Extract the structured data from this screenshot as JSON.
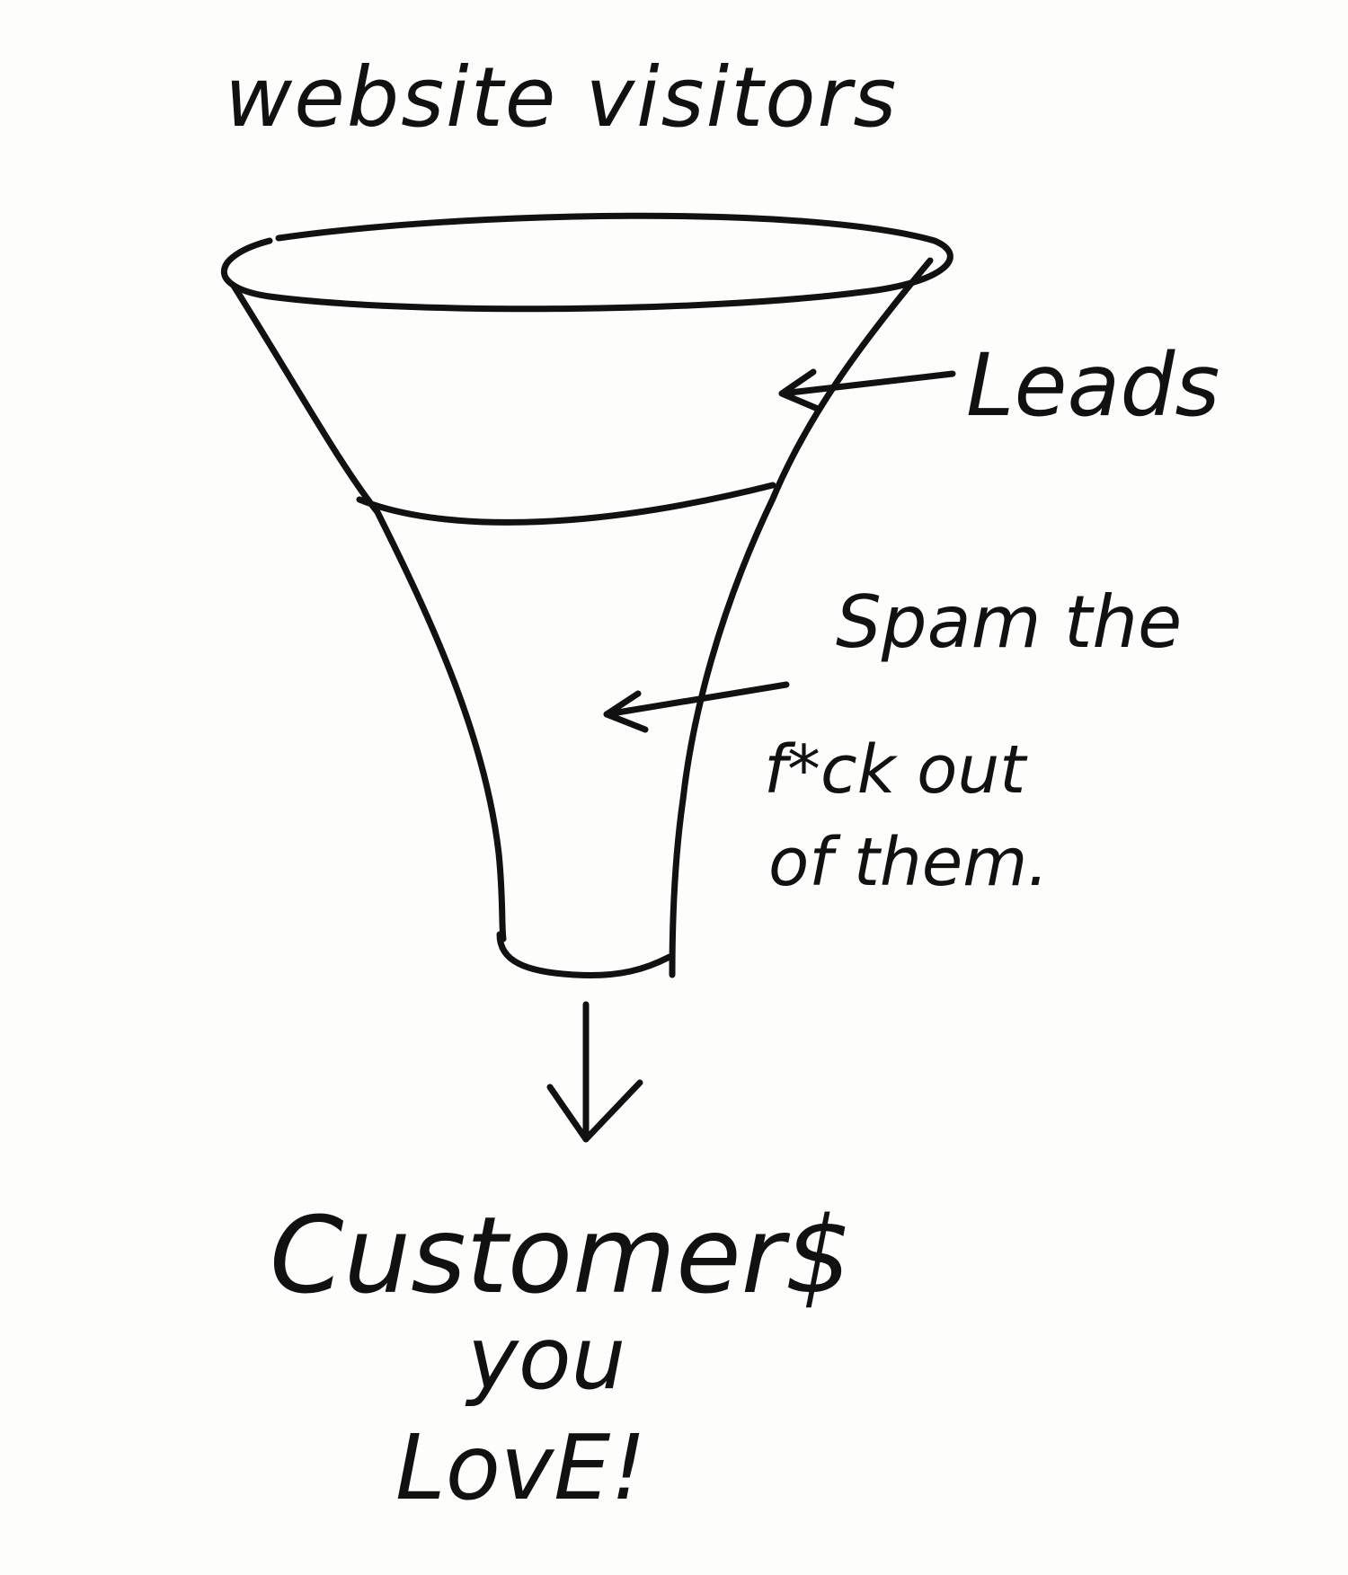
{
  "diagram": {
    "title": "website visitors",
    "stage_label": "Leads",
    "note_lines": [
      "Spam the",
      "f*ck out",
      "of them."
    ],
    "result_lines": [
      "Customer$",
      "you",
      "LovE!"
    ],
    "ink_color": "#111111",
    "paper_color": "#fdfdfc"
  }
}
